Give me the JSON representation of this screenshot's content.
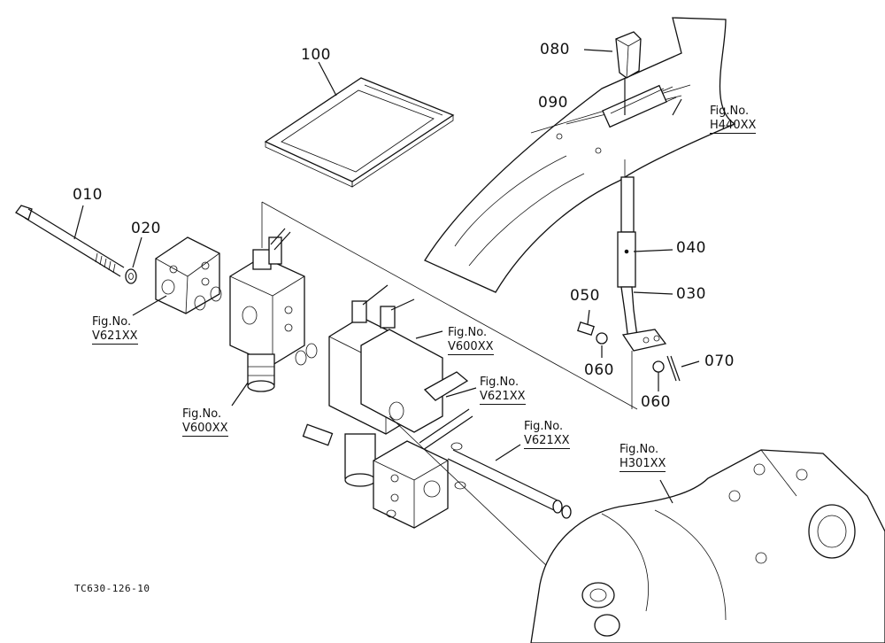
{
  "parts": {
    "p010": "010",
    "p020": "020",
    "p030": "030",
    "p040": "040",
    "p050": "050",
    "p060a": "060",
    "p060b": "060",
    "p070": "070",
    "p080": "080",
    "p090": "090",
    "p100": "100"
  },
  "fig_refs": {
    "h440": {
      "caption": "Fig.No.",
      "code": "H440XX"
    },
    "v621_left": {
      "caption": "Fig.No.",
      "code": "V621XX"
    },
    "v600_right": {
      "caption": "Fig.No.",
      "code": "V600XX"
    },
    "v621_mid": {
      "caption": "Fig.No.",
      "code": "V621XX"
    },
    "v600_left": {
      "caption": "Fig.No.",
      "code": "V600XX"
    },
    "v621_low": {
      "caption": "Fig.No.",
      "code": "V621XX"
    },
    "h301": {
      "caption": "Fig.No.",
      "code": "H301XX"
    }
  },
  "footer_code": "TC630-126-10"
}
